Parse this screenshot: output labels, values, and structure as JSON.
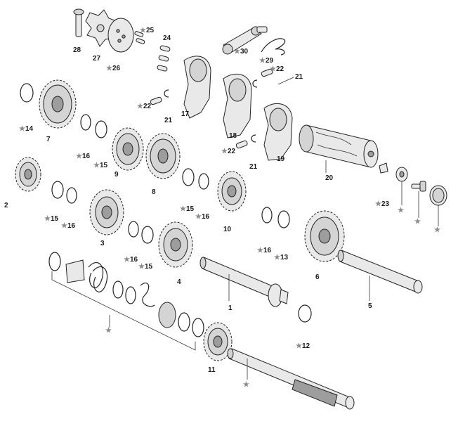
{
  "star_symbol": "★",
  "labels": {
    "l1": "1",
    "l2": "2",
    "l3": "3",
    "l4": "4",
    "l5": "5",
    "l6": "6",
    "l7": "7",
    "l8": "8",
    "l9": "9",
    "l10": "10",
    "l11": "11",
    "l12": "12",
    "l13": "13",
    "l14": "14",
    "l15a": "15",
    "l15b": "15",
    "l15c": "15",
    "l15d": "15",
    "l16a": "16",
    "l16b": "16",
    "l16c": "16",
    "l16d": "16",
    "l16e": "16",
    "l17": "17",
    "l18": "18",
    "l19": "19",
    "l20": "20",
    "l21a": "21",
    "l21b": "21",
    "l21c": "21",
    "l22a": "22",
    "l22b": "22",
    "l22c": "22",
    "l23": "23",
    "l24": "24",
    "l25": "25",
    "l26": "26",
    "l27": "27",
    "l28": "28",
    "l29": "29",
    "l30": "30"
  },
  "colors": {
    "line": "#222222",
    "part_fill": "#e9e9e9",
    "star": "#8a8a8a"
  }
}
